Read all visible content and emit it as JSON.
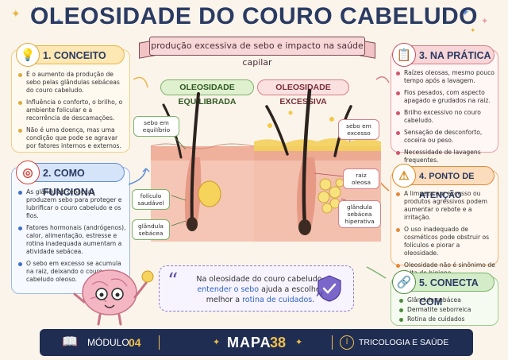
{
  "title": "OLEOSIDADE DO COURO CABELUDO",
  "subtitle": "produção excessiva de sebo e impacto na saúde capilar",
  "colors": {
    "navy": "#2a3b63",
    "yellow": "#f4c44e",
    "blue": "#5f8fd6",
    "pink": "#e7a0a6",
    "orange": "#ef9f4a",
    "green": "#7cb26a",
    "purple": "#8d7bc7"
  },
  "cards": {
    "conceito": {
      "heading": "1. CONCEITO",
      "icon": "lightbulb-icon",
      "items": [
        "É o aumento da produção de sebo pelas glândulas sebáceas do couro cabeludo.",
        "Influência o conforto, o brilho, o ambiente folicular e a recorrência de descamações.",
        "Não é uma doença, mas uma condição que pode se agravar por fatores internos e externos."
      ]
    },
    "funciona": {
      "heading": "2. COMO FUNCIONA",
      "icon": "target-icon",
      "items": [
        "As glândulas sebáceas produzem sebo para proteger e lubrificar o couro cabeludo e os fios.",
        "Fatores hormonais (andrógenos), calor, alimentação, estresse e rotina inadequada aumentam a atividade sebácea.",
        "O sebo em excesso se acumula na raiz, deixando o couro cabeludo oleoso."
      ]
    },
    "pratica": {
      "heading": "3. NA PRÁTICA",
      "icon": "clipboard-icon",
      "items": [
        "Raízes oleosas, mesmo pouco tempo após a lavagem.",
        "Fios pesados, com aspecto apagado e grudados na raiz.",
        "Brilho excessivo no couro cabeludo.",
        "Sensação de desconforto, coceira ou peso.",
        "Necessidade de lavagens frequentes."
      ]
    },
    "atencao": {
      "heading": "4. PONTO DE ATENÇÃO",
      "icon": "warning-icon",
      "items": [
        "A limpeza em excesso ou produtos agressivos podem aumentar o rebote e a irritação.",
        "O uso inadequado de cosméticos pode obstruir os folículos e piorar a oleosidade.",
        "Oleosidade não é sinônimo de falta de higiene."
      ]
    },
    "conecta": {
      "heading": "5. CONECTA COM",
      "icon": "link-icon",
      "items": [
        "Glândula sebácea",
        "Dermatite seborreica",
        "Rotina de cuidados"
      ]
    }
  },
  "diagram": {
    "balanced_label": "OLEOSIDADE EQUILIBRADA",
    "excess_label": "OLEOSIDADE EXCESSIVA",
    "tags": {
      "sebo_equilibrio": "sebo em equilíbrio",
      "foliculo": "folículo saudável",
      "glandula": "glândula sebácea",
      "sebo_excesso": "sebo em excesso",
      "raiz": "raiz oleosa",
      "glandula_hiper": "glândula sebácea hiperativa"
    }
  },
  "quote": {
    "part1": "Na oleosidade do couro cabeludo,",
    "highlight1": "entender o sebo",
    "part2": "ajuda a escolher melhor a",
    "highlight2": "rotina de cuidados",
    "part3": "."
  },
  "footer": {
    "modulo_label": "MÓDULO",
    "modulo_num": "04",
    "mapa_label": "MAPA",
    "mapa_num": "38",
    "area": "TRICOLOGIA E SAÚDE CAPILAR"
  }
}
